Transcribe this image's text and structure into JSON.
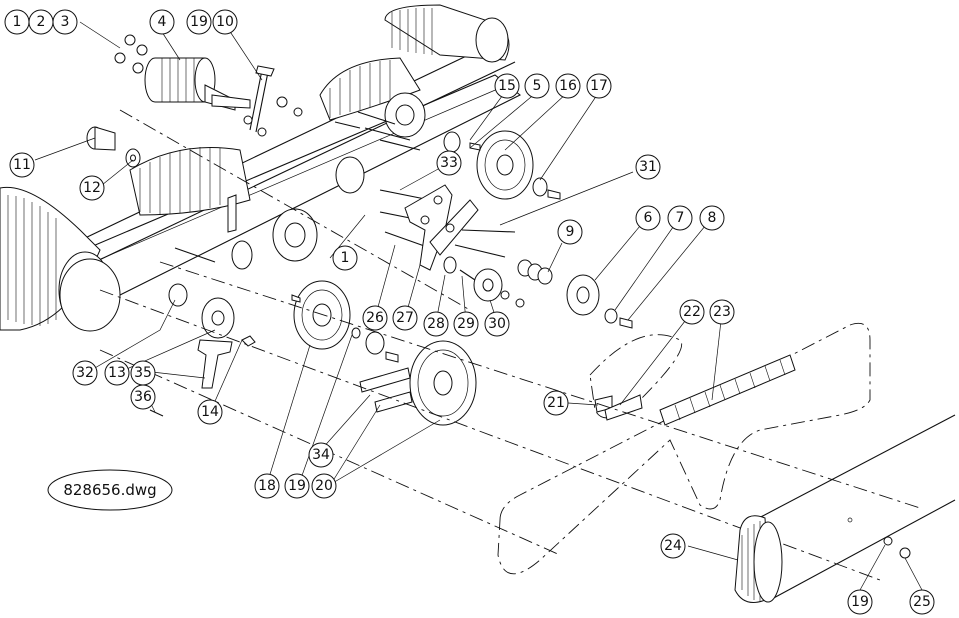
{
  "drawing": {
    "file_label": "828656.dwg",
    "callouts": [
      {
        "id": "c-1a",
        "label": "1"
      },
      {
        "id": "c-2",
        "label": "2"
      },
      {
        "id": "c-3",
        "label": "3"
      },
      {
        "id": "c-4",
        "label": "4"
      },
      {
        "id": "c-19a",
        "label": "19"
      },
      {
        "id": "c-10",
        "label": "10"
      },
      {
        "id": "c-15",
        "label": "15"
      },
      {
        "id": "c-5",
        "label": "5"
      },
      {
        "id": "c-16",
        "label": "16"
      },
      {
        "id": "c-17",
        "label": "17"
      },
      {
        "id": "c-11",
        "label": "11"
      },
      {
        "id": "c-12",
        "label": "12"
      },
      {
        "id": "c-33",
        "label": "33"
      },
      {
        "id": "c-31",
        "label": "31"
      },
      {
        "id": "c-1b",
        "label": "1"
      },
      {
        "id": "c-9",
        "label": "9"
      },
      {
        "id": "c-6",
        "label": "6"
      },
      {
        "id": "c-7",
        "label": "7"
      },
      {
        "id": "c-8",
        "label": "8"
      },
      {
        "id": "c-32",
        "label": "32"
      },
      {
        "id": "c-13",
        "label": "13"
      },
      {
        "id": "c-35",
        "label": "35"
      },
      {
        "id": "c-36",
        "label": "36"
      },
      {
        "id": "c-14",
        "label": "14"
      },
      {
        "id": "c-26",
        "label": "26"
      },
      {
        "id": "c-27",
        "label": "27"
      },
      {
        "id": "c-28",
        "label": "28"
      },
      {
        "id": "c-29",
        "label": "29"
      },
      {
        "id": "c-30",
        "label": "30"
      },
      {
        "id": "c-22",
        "label": "22"
      },
      {
        "id": "c-23",
        "label": "23"
      },
      {
        "id": "c-21",
        "label": "21"
      },
      {
        "id": "c-18",
        "label": "18"
      },
      {
        "id": "c-19b",
        "label": "19"
      },
      {
        "id": "c-20",
        "label": "20"
      },
      {
        "id": "c-34",
        "label": "34"
      },
      {
        "id": "c-24",
        "label": "24"
      },
      {
        "id": "c-19c",
        "label": "19"
      },
      {
        "id": "c-25",
        "label": "25"
      }
    ]
  }
}
